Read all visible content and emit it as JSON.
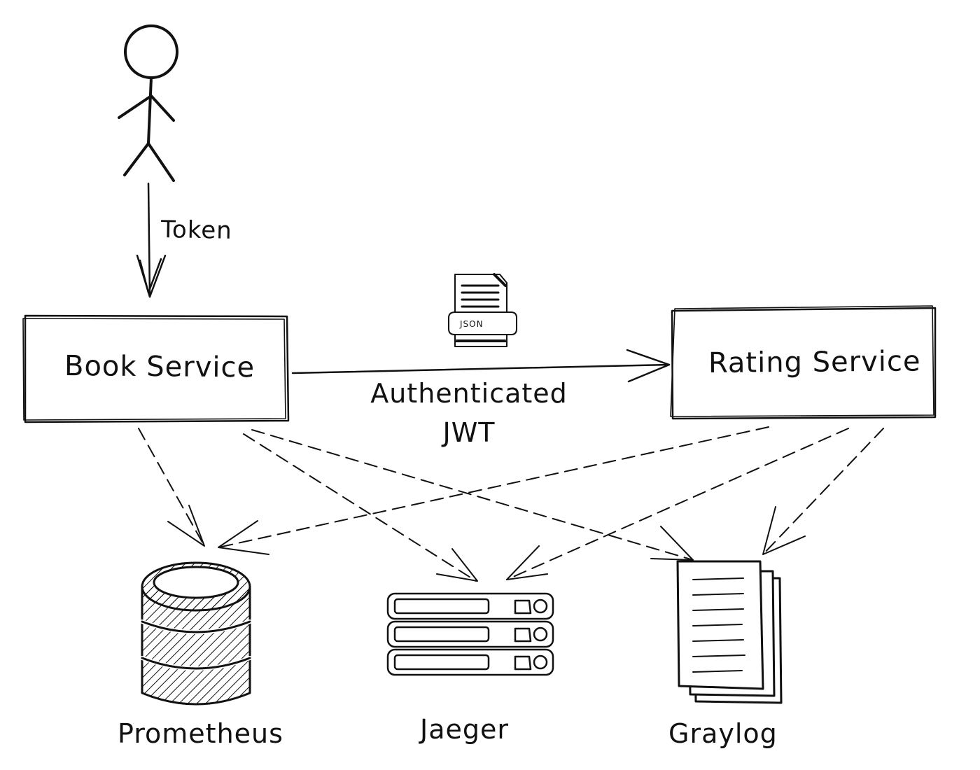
{
  "nodes": {
    "user": {
      "label": ""
    },
    "book_service": {
      "label": "Book Service"
    },
    "rating_service": {
      "label": "Rating Service"
    },
    "prometheus": {
      "label": "Prometheus"
    },
    "jaeger": {
      "label": "Jaeger"
    },
    "graylog": {
      "label": "Graylog"
    }
  },
  "edges": {
    "token": {
      "label": "Token"
    },
    "book_to_rating": {
      "label_line1": "Authenticated",
      "label_line2": "JWT"
    }
  },
  "icons": {
    "json_document": {
      "tag": "JSON",
      "icon": "json-document-icon"
    },
    "user": {
      "icon": "stick-figure-icon"
    },
    "prometheus": {
      "icon": "database-cylinder-icon"
    },
    "jaeger": {
      "icon": "server-rack-icon"
    },
    "graylog": {
      "icon": "document-stack-icon"
    }
  },
  "colors": {
    "ink": "#111111",
    "background": "#ffffff"
  }
}
